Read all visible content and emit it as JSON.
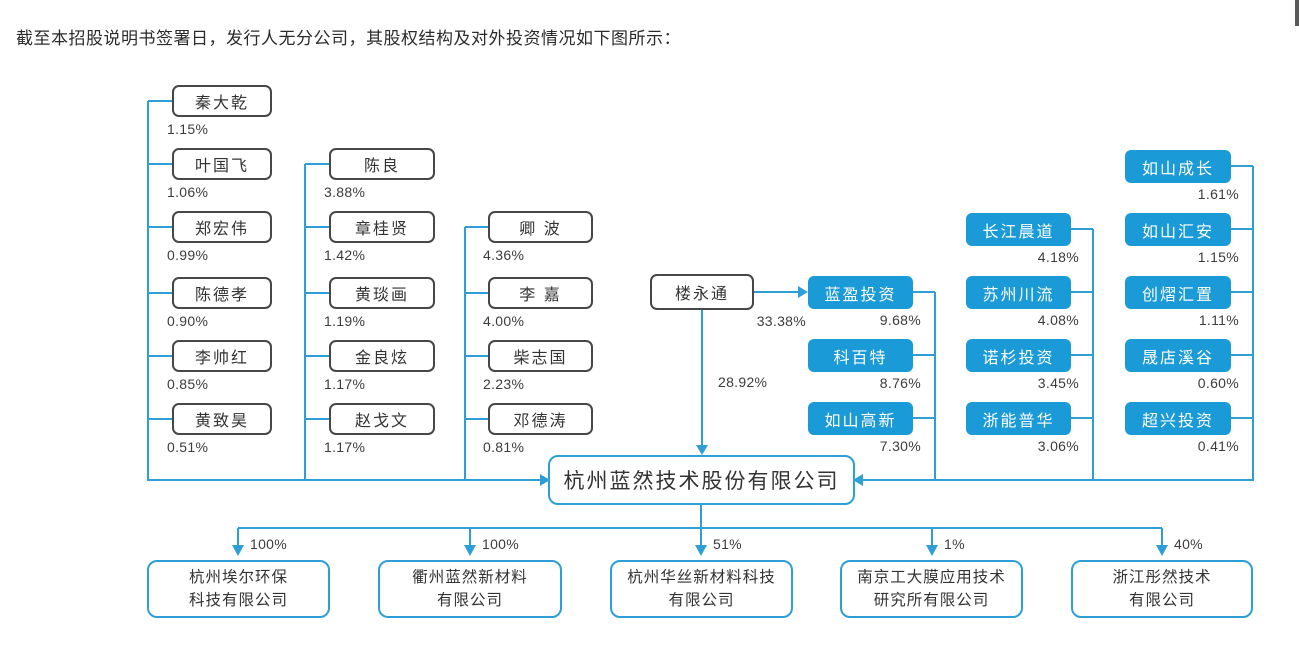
{
  "title": "截至本招股说明书签署日，发行人无分公司，其股权结构及对外投资情况如下图所示：",
  "company": {
    "name": "杭州蓝然技术股份有限公司"
  },
  "controller": {
    "name": "楼永通",
    "direct_stake_pct": "28.92%",
    "stake_in_lanying_pct": "33.38%"
  },
  "shareholders": {
    "col1": [
      {
        "name": "秦大乾",
        "pct": "1.15%"
      },
      {
        "name": "叶国飞",
        "pct": "1.06%"
      },
      {
        "name": "郑宏伟",
        "pct": "0.99%"
      },
      {
        "name": "陈德孝",
        "pct": "0.90%"
      },
      {
        "name": "李帅红",
        "pct": "0.85%"
      },
      {
        "name": "黄致昊",
        "pct": "0.51%"
      }
    ],
    "col2": [
      {
        "name": "陈良",
        "pct": "3.88%"
      },
      {
        "name": "章桂贤",
        "pct": "1.42%"
      },
      {
        "name": "黄琰画",
        "pct": "1.19%"
      },
      {
        "name": "金良炫",
        "pct": "1.17%"
      },
      {
        "name": "赵戈文",
        "pct": "1.17%"
      }
    ],
    "col3": [
      {
        "name": "卿 波",
        "pct": "4.36%"
      },
      {
        "name": "李 嘉",
        "pct": "4.00%"
      },
      {
        "name": "柴志国",
        "pct": "2.23%"
      },
      {
        "name": "邓德涛",
        "pct": "0.81%"
      }
    ]
  },
  "institutions": {
    "col4": [
      {
        "name": "蓝盈投资",
        "pct": "9.68%"
      },
      {
        "name": "科百特",
        "pct": "8.76%"
      },
      {
        "name": "如山高新",
        "pct": "7.30%"
      }
    ],
    "col5": [
      {
        "name": "长江晨道",
        "pct": "4.18%"
      },
      {
        "name": "苏州川流",
        "pct": "4.08%"
      },
      {
        "name": "诺杉投资",
        "pct": "3.45%"
      },
      {
        "name": "浙能普华",
        "pct": "3.06%"
      }
    ],
    "col6": [
      {
        "name": "如山成长",
        "pct": "1.61%"
      },
      {
        "name": "如山汇安",
        "pct": "1.15%"
      },
      {
        "name": "创熠汇置",
        "pct": "1.11%"
      },
      {
        "name": "晟店溪谷",
        "pct": "0.60%"
      },
      {
        "name": "超兴投资",
        "pct": "0.41%"
      }
    ]
  },
  "subsidiaries": [
    {
      "line1": "杭州埃尔环保",
      "line2": "科技有限公司",
      "pct": "100%"
    },
    {
      "line1": "衢州蓝然新材料",
      "line2": "有限公司",
      "pct": "100%"
    },
    {
      "line1": "杭州华丝新材料科技",
      "line2": "有限公司",
      "pct": "51%"
    },
    {
      "line1": "南京工大膜应用技术",
      "line2": "研究所有限公司",
      "pct": "1%"
    },
    {
      "line1": "浙江彤然技术",
      "line2": "有限公司",
      "pct": "40%"
    }
  ],
  "colors": {
    "entity_blue": "#1A9AD6",
    "line_blue": "#2E9FD6",
    "person_border": "#474747"
  }
}
